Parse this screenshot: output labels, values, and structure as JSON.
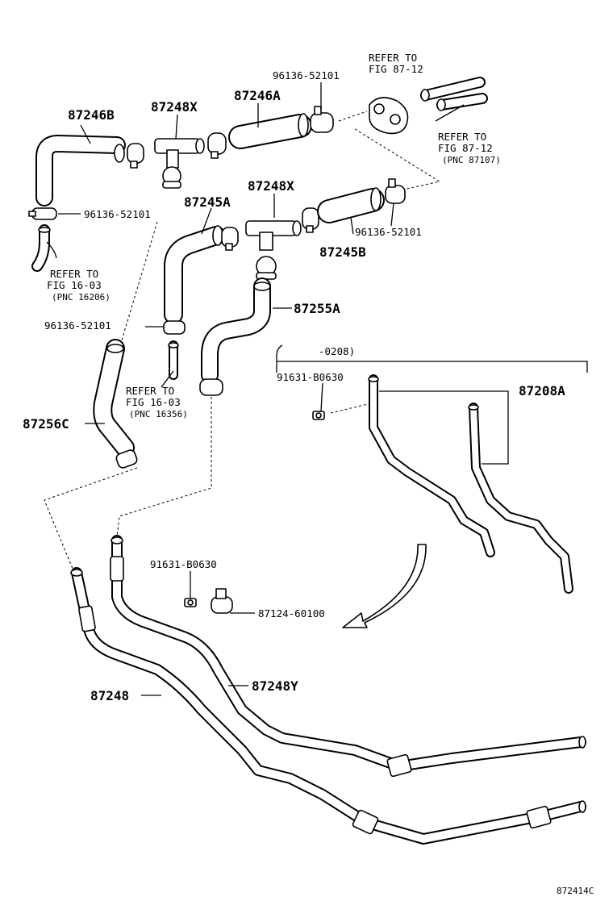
{
  "labels": {
    "p87246B": "87246B",
    "p87248X_top": "87248X",
    "p87246A": "87246A",
    "p96136_top": "96136-52101",
    "refer_top_a": "REFER TO",
    "refer_top_b": "FIG 87-12",
    "refer_right_a": "REFER TO",
    "refer_right_b": "FIG 87-12",
    "refer_right_c": "(PNC 87107)",
    "p96136_left": "96136-52101",
    "p87248X_mid": "87248X",
    "p87245A": "87245A",
    "p96136_right": "96136-52101",
    "p87245B": "87245B",
    "refer_left_a": "REFER TO",
    "refer_left_b": "FIG 16-03",
    "refer_left_c": "(PNC 16206)",
    "p87255A": "87255A",
    "p96136_lower": "96136-52101",
    "range_note": "-0208)",
    "p91631_upper": "91631-B0630",
    "p87208A": "87208A",
    "refer_mid_a": "REFER TO",
    "refer_mid_b": "FIG 16-03",
    "refer_mid_c": "(PNC 16356)",
    "p87256C": "87256C",
    "p91631_lower": "91631-B0630",
    "p87124": "87124-60100",
    "p87248Y": "87248Y",
    "p87248": "87248",
    "diagram_code": "872414C"
  }
}
